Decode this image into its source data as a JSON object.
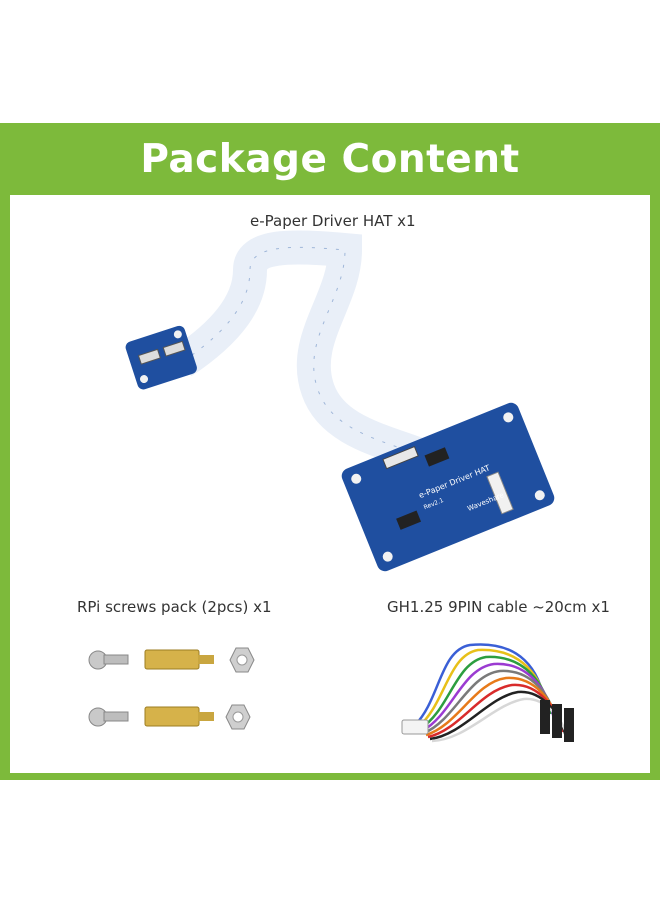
{
  "header": {
    "title": "Package Content"
  },
  "items": [
    {
      "label": "e-Paper Driver HAT x1",
      "name": "epaper-driver-hat"
    },
    {
      "label": "RPi screws pack (2pcs) x1",
      "name": "screws-pack"
    },
    {
      "label": "GH1.25 9PIN cable ~20cm x1",
      "name": "gh125-cable"
    }
  ],
  "board": {
    "silkscreen_title": "e-Paper Driver HAT",
    "silkscreen_rev": "Rev2.1",
    "brand": "Waveshare"
  },
  "colors": {
    "brand_green": "#7dba3b",
    "pcb_blue": "#1f4fa0",
    "ribbon": "#eef3fa"
  }
}
